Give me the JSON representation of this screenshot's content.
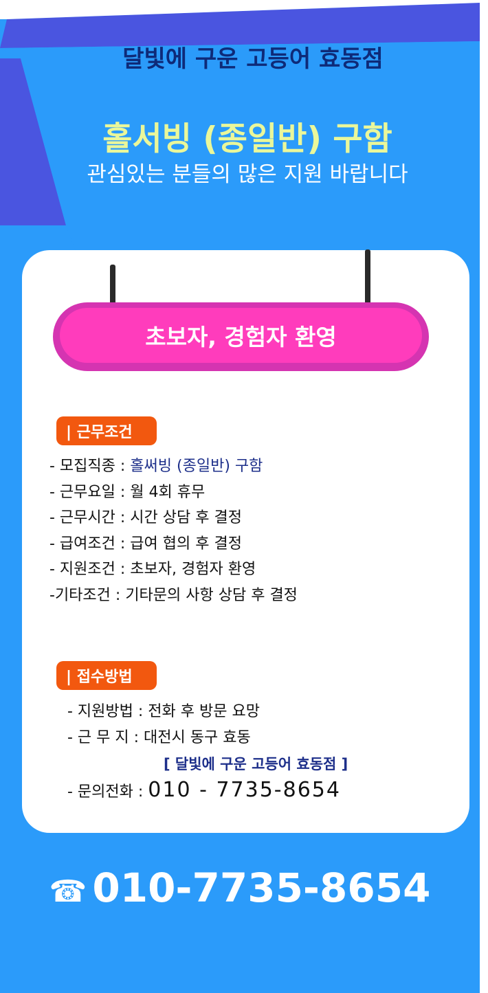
{
  "header": {
    "store_name": "달빛에 구운 고등어 효동점",
    "headline": "홀서빙 (종일반) 구함",
    "subline": "관심있는 분들의 많은 지원 바랍니다"
  },
  "banner": {
    "text": "초보자, 경험자 환영"
  },
  "work_conditions": {
    "badge": "| 근무조건",
    "rows": [
      {
        "label": "- 모집직종 : ",
        "value": "홀써빙 (종일반) 구함"
      },
      {
        "label": "- 근무요일 : ",
        "value": "월 4회 휴무"
      },
      {
        "label": "- 근무시간 : ",
        "value": "시간 상담 후 결정"
      },
      {
        "label": "- 급여조건 : ",
        "value": "급여 협의 후 결정"
      },
      {
        "label": "- 지원조건 : ",
        "value": "초보자, 경험자 환영"
      },
      {
        "label": "-기타조건  : ",
        "value": "기타문의 사항 상담 후 결정"
      }
    ]
  },
  "application": {
    "badge": "| 접수방법",
    "method_label": "-   지원방법 : ",
    "method_value": "전화 후 방문 요망",
    "location_label": "- 근  무 지 :  ",
    "location_value": "대전시 동구 효동",
    "location_store": "[ 달빛에 구운 고등어 효동점 ]",
    "phone_label": "- 문의전화 : ",
    "phone_value": "010 - 7735-8654"
  },
  "footer": {
    "phone_icon": "☎",
    "phone": "010-7735-8654"
  },
  "colors": {
    "background": "#2b9bfa",
    "headline": "#eaf79a",
    "store_name": "#0e2a78",
    "banner": "#ff3cbc",
    "badge": "#f2580f"
  }
}
